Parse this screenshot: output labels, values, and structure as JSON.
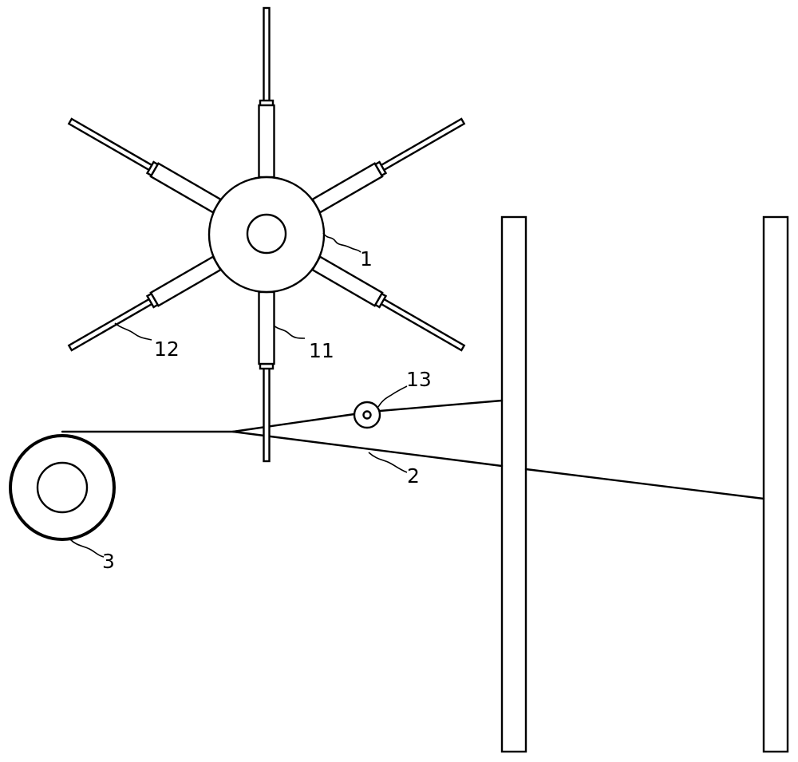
{
  "labels": {
    "hub": "1",
    "material": "2",
    "roll": "3",
    "sleeve": "11",
    "rod": "12",
    "guide_roller": "13"
  }
}
